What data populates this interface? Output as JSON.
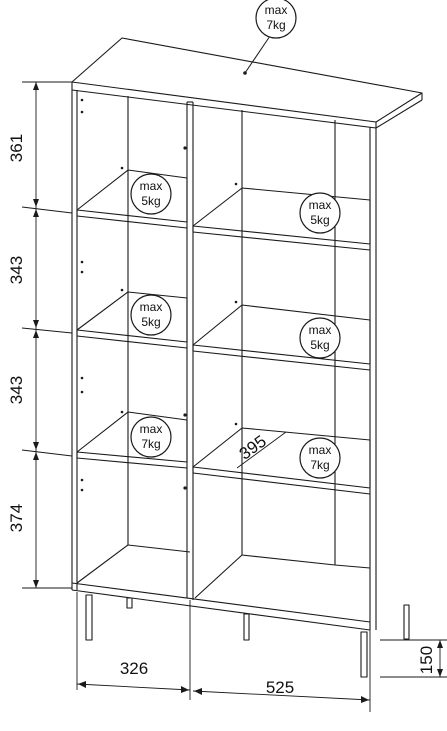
{
  "dimensions": {
    "height_top": "361",
    "height_mid1": "343",
    "height_mid2": "343",
    "height_bottom": "374",
    "width_left": "326",
    "width_right": "525",
    "leg_height": "150",
    "shelf_depth": "395"
  },
  "load_labels": {
    "top": {
      "line1": "max",
      "line2": "7kg"
    },
    "l1": {
      "line1": "max",
      "line2": "5kg"
    },
    "r1": {
      "line1": "max",
      "line2": "5kg"
    },
    "l2": {
      "line1": "max",
      "line2": "5kg"
    },
    "r2": {
      "line1": "max",
      "line2": "5kg"
    },
    "l3": {
      "line1": "max",
      "line2": "7kg"
    },
    "r3": {
      "line1": "max",
      "line2": "7kg"
    }
  }
}
